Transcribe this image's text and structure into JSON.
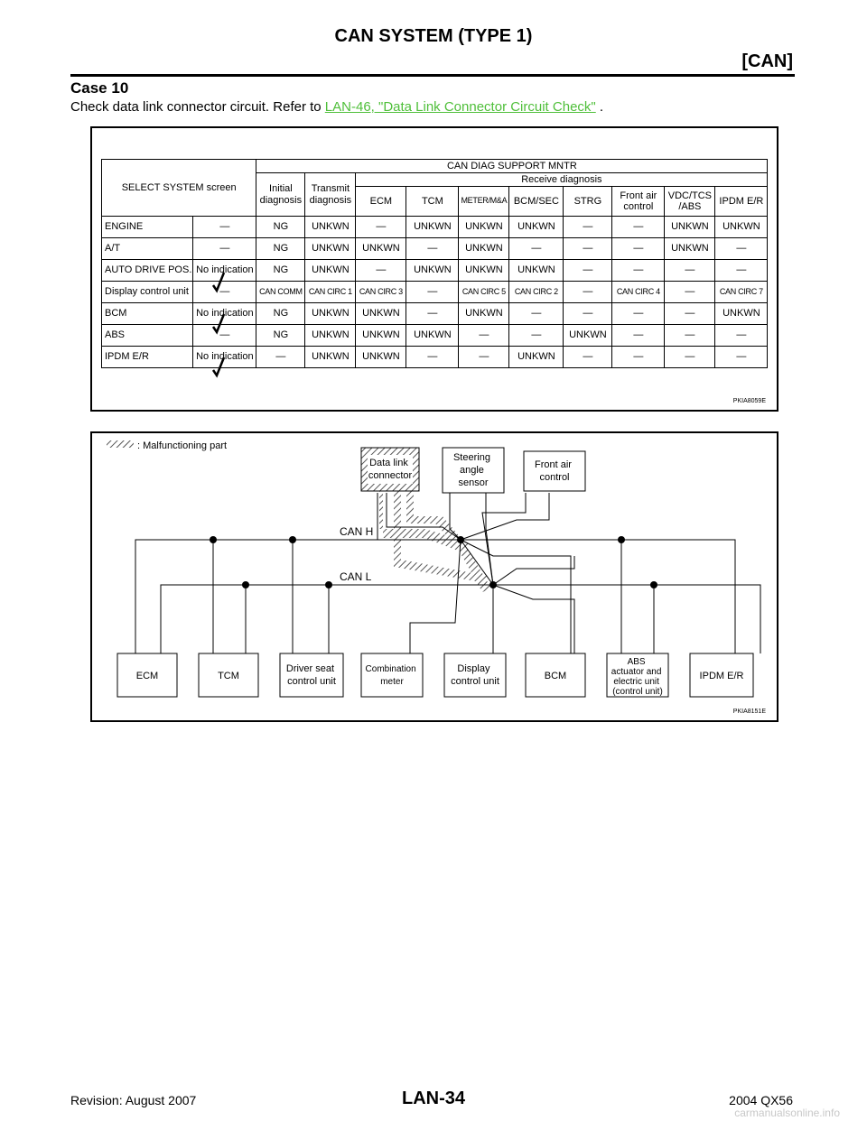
{
  "header": {
    "title": "CAN SYSTEM (TYPE 1)",
    "section": "[CAN]"
  },
  "case": {
    "title": "Case 10",
    "text_before": "Check data link connector circuit. Refer to",
    "link": "LAN-46, \"Data Link Connector Circuit Check\"",
    "text_after": "."
  },
  "table": {
    "col_headers": {
      "select_system": "SELECT SYSTEM screen",
      "can_diag": "CAN DIAG SUPPORT MNTR",
      "initial": "Initial diagnosis",
      "transmit": "Transmit diagnosis",
      "receive": "Receive diagnosis",
      "receive_cols": [
        "ECM",
        "TCM",
        "METER/M&A",
        "BCM/SEC",
        "STRG",
        "Front air control",
        "VDC/TCS /ABS",
        "IPDM E/R"
      ]
    },
    "rows": [
      {
        "label": "ENGINE",
        "initial": "—",
        "cells": [
          "NG",
          "UNKWN",
          "—",
          "UNKWN",
          "UNKWN",
          "UNKWN",
          "—",
          "—",
          "UNKWN",
          "UNKWN"
        ]
      },
      {
        "label": "A/T",
        "initial": "—",
        "cells": [
          "NG",
          "UNKWN",
          "UNKWN",
          "—",
          "UNKWN",
          "—",
          "—",
          "—",
          "UNKWN",
          "—"
        ]
      },
      {
        "label": "AUTO DRIVE POS.",
        "initial": "No indication",
        "cells": [
          "NG",
          "UNKWN",
          "—",
          "UNKWN",
          "UNKWN",
          "UNKWN",
          "—",
          "—",
          "—",
          "—"
        ]
      },
      {
        "label": "Display control unit",
        "initial": "—",
        "cells": [
          "CAN COMM",
          "CAN CIRC 1",
          "CAN CIRC 3",
          "—",
          "CAN CIRC 5",
          "CAN CIRC 2",
          "—",
          "CAN CIRC 4",
          "—",
          "CAN CIRC 7"
        ]
      },
      {
        "label": "BCM",
        "initial": "No indication",
        "cells": [
          "NG",
          "UNKWN",
          "UNKWN",
          "—",
          "UNKWN",
          "—",
          "—",
          "—",
          "—",
          "UNKWN"
        ]
      },
      {
        "label": "ABS",
        "initial": "—",
        "cells": [
          "NG",
          "UNKWN",
          "UNKWN",
          "UNKWN",
          "—",
          "—",
          "UNKWN",
          "—",
          "—",
          "—"
        ]
      },
      {
        "label": "IPDM E/R",
        "initial": "No indication",
        "cells": [
          "—",
          "UNKWN",
          "UNKWN",
          "—",
          "—",
          "UNKWN",
          "—",
          "—",
          "—",
          "—"
        ]
      }
    ],
    "fig_code": "PKIA8059E"
  },
  "diagram": {
    "legend": ": Malfunctioning part",
    "bus_h": "CAN H",
    "bus_l": "CAN L",
    "top_units": {
      "data_link": [
        "Data link",
        "connector"
      ],
      "steering": [
        "Steering",
        "angle",
        "sensor"
      ],
      "front_air": [
        "Front air",
        "control"
      ]
    },
    "bottom_units": {
      "ecm": [
        "ECM"
      ],
      "tcm": [
        "TCM"
      ],
      "driver_seat": [
        "Driver seat",
        "control unit"
      ],
      "combination": [
        "Combination",
        "meter"
      ],
      "display": [
        "Display",
        "control unit"
      ],
      "bcm": [
        "BCM"
      ],
      "abs": [
        "ABS",
        "actuator and",
        "electric unit",
        "(control unit)"
      ],
      "ipdm": [
        "IPDM E/R"
      ]
    },
    "fig_code": "PKIA8151E"
  },
  "footer": {
    "revision": "Revision: August 2007",
    "page": "LAN-34",
    "model": "2004 QX56"
  },
  "watermark": "carmanualsonline.info"
}
